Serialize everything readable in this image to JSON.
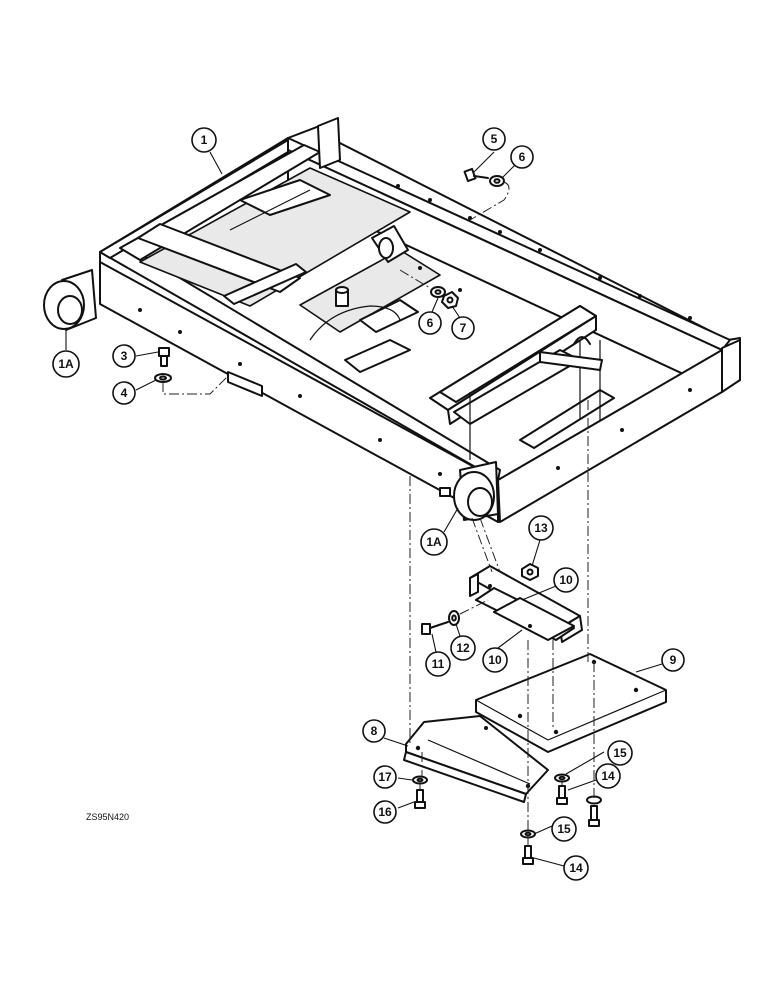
{
  "figure": {
    "reference_code": "ZS95N420"
  },
  "callouts": [
    {
      "id": "c1",
      "label": "1"
    },
    {
      "id": "c1a1",
      "label": "1A"
    },
    {
      "id": "c1a2",
      "label": "1A"
    },
    {
      "id": "c3",
      "label": "3"
    },
    {
      "id": "c4",
      "label": "4"
    },
    {
      "id": "c5",
      "label": "5"
    },
    {
      "id": "c6a",
      "label": "6"
    },
    {
      "id": "c6b",
      "label": "6"
    },
    {
      "id": "c7",
      "label": "7"
    },
    {
      "id": "c8",
      "label": "8"
    },
    {
      "id": "c9",
      "label": "9"
    },
    {
      "id": "c10a",
      "label": "10"
    },
    {
      "id": "c10b",
      "label": "10"
    },
    {
      "id": "c11",
      "label": "11"
    },
    {
      "id": "c12",
      "label": "12"
    },
    {
      "id": "c13",
      "label": "13"
    },
    {
      "id": "c14a",
      "label": "14"
    },
    {
      "id": "c14b",
      "label": "14"
    },
    {
      "id": "c15a",
      "label": "15"
    },
    {
      "id": "c15b",
      "label": "15"
    },
    {
      "id": "c16",
      "label": "16"
    },
    {
      "id": "c17",
      "label": "17"
    }
  ]
}
